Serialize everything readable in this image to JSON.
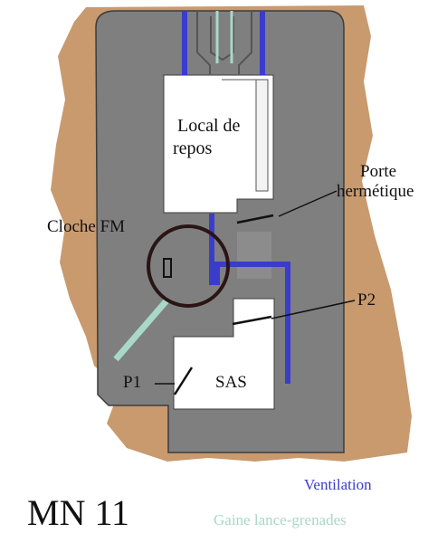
{
  "labels": {
    "local_de": "Local de",
    "repos": "repos",
    "porte": "Porte",
    "hermetique": "hermétique",
    "cloche_fm": "Cloche FM",
    "p2": "P2",
    "p1": "P1",
    "sas": "SAS",
    "ventilation": "Ventilation",
    "gaine": "Gaine lance-grenades",
    "title": "MN 11"
  },
  "colors": {
    "earth": "#c89a6e",
    "concrete": "#7f7f7f",
    "room": "#ffffff",
    "ventilation": "#3a3ccc",
    "gaine": "#a8d8c8",
    "cloche_ring": "#2a1414",
    "text": "#111111"
  }
}
